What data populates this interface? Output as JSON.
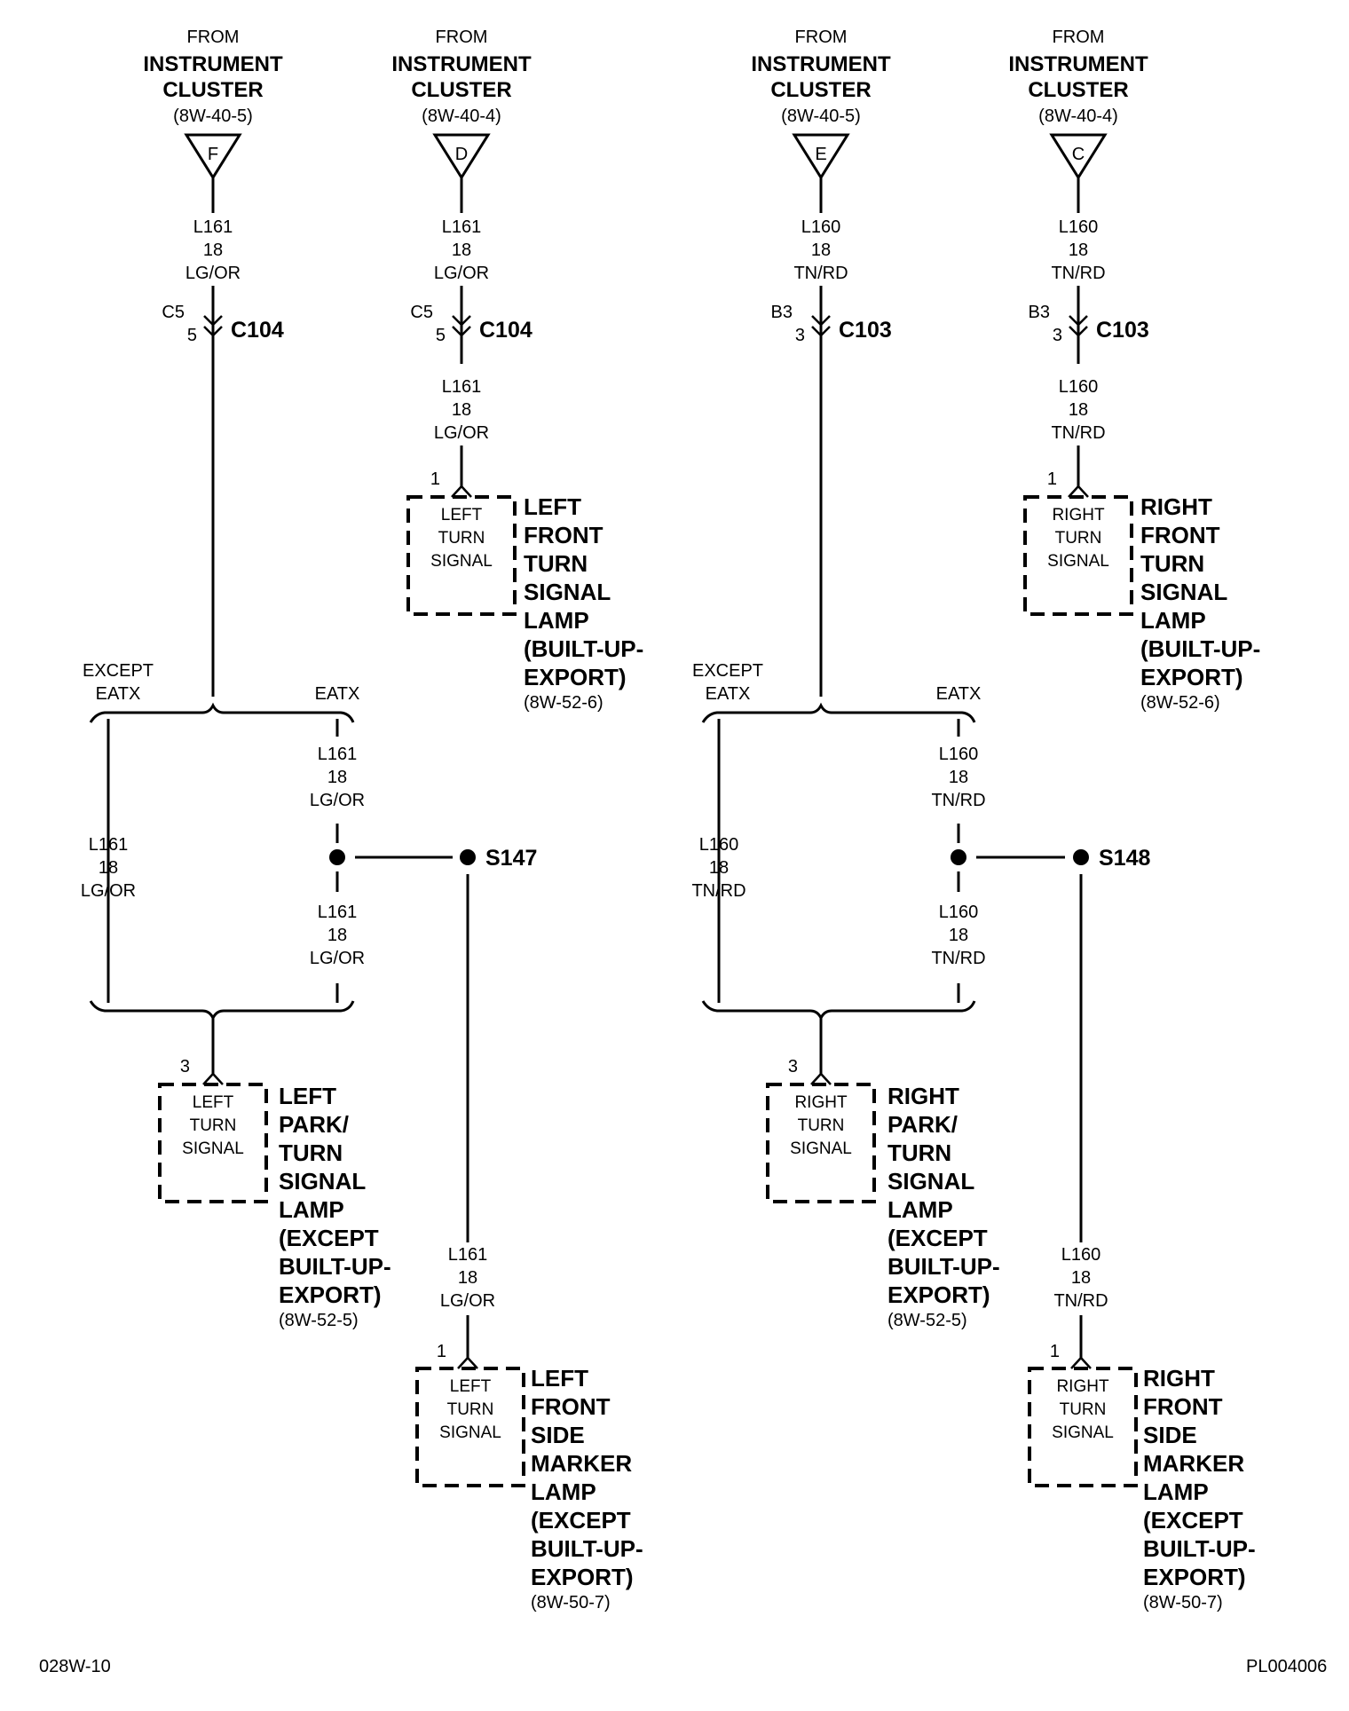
{
  "wire_label": {
    "from": "FROM",
    "instrument": "INSTRUMENT",
    "cluster": "CLUSTER"
  },
  "sources": [
    {
      "ref": "(8W-40-5)",
      "pin": "F"
    },
    {
      "ref": "(8W-40-4)",
      "pin": "D"
    },
    {
      "ref": "(8W-40-5)",
      "pin": "E"
    },
    {
      "ref": "(8W-40-4)",
      "pin": "C"
    }
  ],
  "wires": {
    "l161": {
      "circuit": "L161",
      "gauge": "18",
      "color": "LG/OR"
    },
    "l160": {
      "circuit": "L160",
      "gauge": "18",
      "color": "TN/RD"
    }
  },
  "connectors": {
    "c104": {
      "name": "C104",
      "cav_top": "C5",
      "cav_bottom": "5"
    },
    "c103": {
      "name": "C103",
      "cav_top": "B3",
      "cav_bottom": "3"
    }
  },
  "branch": {
    "except": "EXCEPT",
    "eatx": "EATX"
  },
  "splices": {
    "s147": "S147",
    "s148": "S148"
  },
  "pins": {
    "one": "1",
    "three": "3"
  },
  "box_text": {
    "left": "LEFT",
    "right": "RIGHT",
    "turn": "TURN",
    "signal": "SIGNAL"
  },
  "components": {
    "left_front_turn": {
      "lines": [
        "LEFT",
        "FRONT",
        "TURN",
        "SIGNAL",
        "LAMP",
        "(BUILT-UP-",
        "EXPORT)"
      ],
      "ref": "(8W-52-6)"
    },
    "right_front_turn": {
      "lines": [
        "RIGHT",
        "FRONT",
        "TURN",
        "SIGNAL",
        "LAMP",
        "(BUILT-UP-",
        "EXPORT)"
      ],
      "ref": "(8W-52-6)"
    },
    "left_park": {
      "lines": [
        "LEFT",
        "PARK/",
        "TURN",
        "SIGNAL",
        "LAMP",
        "(EXCEPT",
        "BUILT-UP-",
        "EXPORT)"
      ],
      "ref": "(8W-52-5)"
    },
    "right_park": {
      "lines": [
        "RIGHT",
        "PARK/",
        "TURN",
        "SIGNAL",
        "LAMP",
        "(EXCEPT",
        "BUILT-UP-",
        "EXPORT)"
      ],
      "ref": "(8W-52-5)"
    },
    "left_side_marker": {
      "lines": [
        "LEFT",
        "FRONT",
        "SIDE",
        "MARKER",
        "LAMP",
        "(EXCEPT",
        "BUILT-UP-",
        "EXPORT)"
      ],
      "ref": "(8W-50-7)"
    },
    "right_side_marker": {
      "lines": [
        "RIGHT",
        "FRONT",
        "SIDE",
        "MARKER",
        "LAMP",
        "(EXCEPT",
        "BUILT-UP-",
        "EXPORT)"
      ],
      "ref": "(8W-50-7)"
    }
  },
  "footer": {
    "left_code": "028W-10",
    "right_code": "PL004006"
  }
}
